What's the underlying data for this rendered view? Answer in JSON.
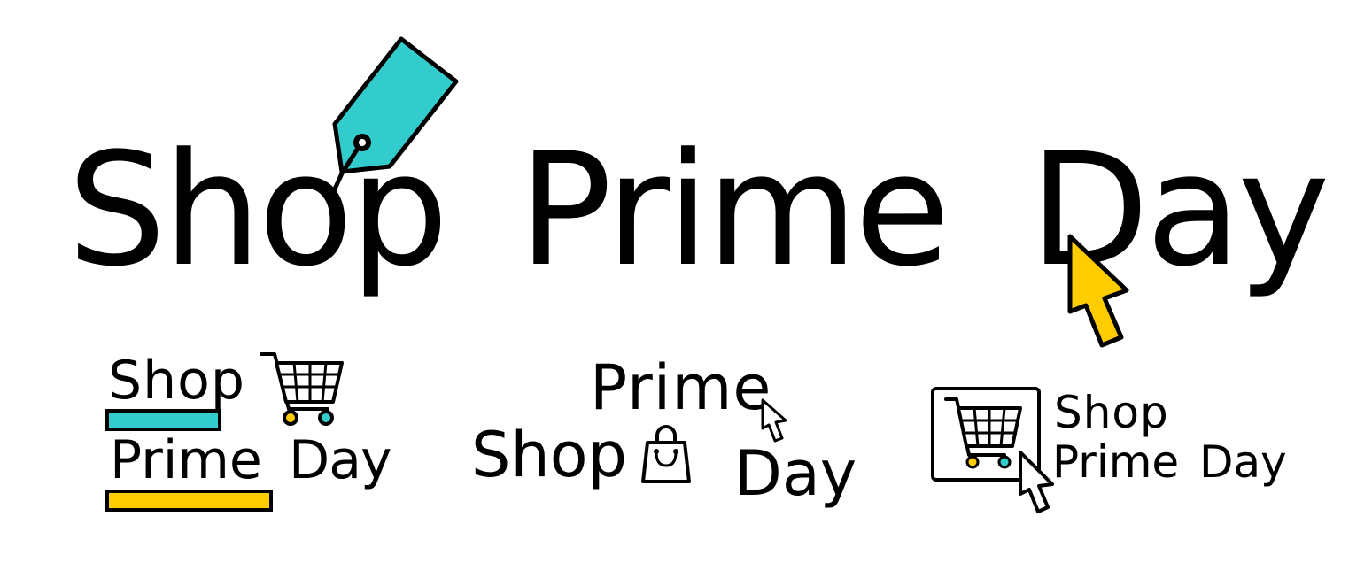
{
  "colors": {
    "teal": "#33CCCC",
    "yellow": "#FFCC00",
    "outline": "#000000",
    "background": "#FFFFFF"
  },
  "main": {
    "shop": "Shop",
    "prime": "Prime",
    "day": "Day",
    "icons": [
      "price-tag-icon",
      "cursor-arrow-icon"
    ]
  },
  "variant1": {
    "shop": "Shop",
    "prime": "Prime",
    "day": "Day",
    "icons": [
      "shopping-cart-icon"
    ]
  },
  "variant2": {
    "prime": "Prime",
    "shop": "Shop",
    "day": "Day",
    "icons": [
      "cursor-arrow-icon",
      "shopping-bag-icon"
    ]
  },
  "variant3": {
    "shop": "Shop",
    "prime": "Prime",
    "day": "Day",
    "icons": [
      "screen-cart-icon",
      "cursor-arrow-icon"
    ]
  }
}
